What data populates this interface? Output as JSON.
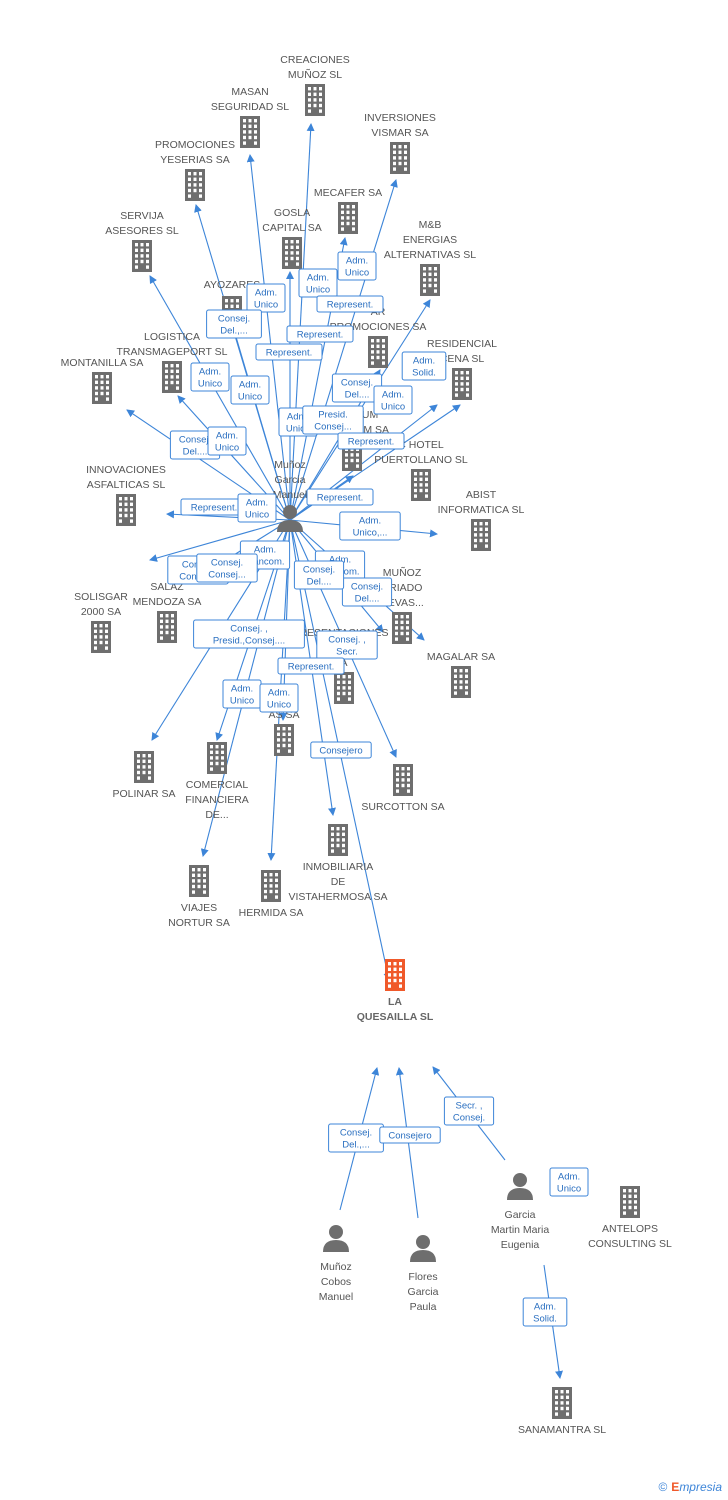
{
  "footer": {
    "copyright": "©",
    "brand_initial": "E",
    "brand_rest": "mpresia"
  },
  "nodes": [
    {
      "id": "creaciones",
      "type": "company",
      "label": [
        "CREACIONES",
        "MUÑOZ SL"
      ]
    },
    {
      "id": "masan",
      "type": "company",
      "label": [
        "MASAN",
        "SEGURIDAD SL"
      ]
    },
    {
      "id": "inversiones_vismar",
      "type": "company",
      "label": [
        "INVERSIONES",
        "VISMAR SA"
      ]
    },
    {
      "id": "promociones_yeserias",
      "type": "company",
      "label": [
        "PROMOCIONES",
        "YESERIAS SA"
      ]
    },
    {
      "id": "mecafer",
      "type": "company",
      "label": [
        "MECAFER SA"
      ]
    },
    {
      "id": "servija",
      "type": "company",
      "label": [
        "SERVIJA",
        "ASESORES  SL"
      ]
    },
    {
      "id": "gosla",
      "type": "company",
      "label": [
        "GOSLA",
        "CAPITAL SA"
      ]
    },
    {
      "id": "mb_energias",
      "type": "company",
      "label": [
        "M&B",
        "ENERGIAS",
        "ALTERNATIVAS SL"
      ]
    },
    {
      "id": "ayozares",
      "type": "company",
      "label": [
        "AYOZARES"
      ]
    },
    {
      "id": "promociones_ar",
      "type": "company",
      "label": [
        "AR",
        "PROMOCIONES SA"
      ]
    },
    {
      "id": "logistica",
      "type": "company",
      "label": [
        "LOGISTICA",
        "TRANSMAGEPORT SL"
      ]
    },
    {
      "id": "residencial",
      "type": "company",
      "label": [
        "RESIDENCIAL",
        "CENA SL"
      ]
    },
    {
      "id": "montanilla",
      "type": "company",
      "label": [
        "MONTANILLA SA"
      ]
    },
    {
      "id": "hotel_puertollano",
      "type": "company",
      "label": [
        "C HOTEL",
        "PUERTOLLANO SL"
      ]
    },
    {
      "id": "innovaciones",
      "type": "company",
      "label": [
        "INNOVACIONES",
        "ASFALTICAS SL"
      ]
    },
    {
      "id": "punctum",
      "type": "company",
      "label": [
        "PUNCTUM",
        "MILLENIUM SA"
      ]
    },
    {
      "id": "abist",
      "type": "company",
      "label": [
        "ABIST",
        "INFORMATICA SL"
      ]
    },
    {
      "id": "solisgar",
      "type": "company",
      "label": [
        "SOLISGAR",
        "2000 SA"
      ]
    },
    {
      "id": "salaz",
      "type": "company",
      "label": [
        "SALAZ",
        "MENDOZA SA"
      ]
    },
    {
      "id": "munoz_criado",
      "type": "company",
      "label": [
        "MUÑOZ",
        "CRIADO",
        "NEVAS..."
      ]
    },
    {
      "id": "magalar",
      "type": "company",
      "label": [
        "MAGALAR SA"
      ]
    },
    {
      "id": "representaciones",
      "type": "company",
      "label": [
        "RESENTACIONES",
        "ES",
        "A"
      ]
    },
    {
      "id": "polinar",
      "type": "company",
      "label": [
        "POLINAR SA"
      ]
    },
    {
      "id": "comercial_financiera",
      "type": "company",
      "label": [
        "COMERCIAL",
        "FINANCIERA",
        "DE..."
      ]
    },
    {
      "id": "as_sa",
      "type": "company",
      "label": [
        "AS SA"
      ]
    },
    {
      "id": "surcotton",
      "type": "company",
      "label": [
        "SURCOTTON SA"
      ]
    },
    {
      "id": "viajes",
      "type": "company",
      "label": [
        "VIAJES",
        "NORTUR SA"
      ]
    },
    {
      "id": "hermida",
      "type": "company",
      "label": [
        "HERMIDA SA"
      ]
    },
    {
      "id": "inmobiliaria",
      "type": "company",
      "label": [
        "INMOBILIARIA",
        "DE",
        "VISTAHERMOSA SA"
      ]
    },
    {
      "id": "la_quesailla",
      "type": "focus",
      "label": [
        "LA",
        "QUESAILLA SL"
      ]
    },
    {
      "id": "munoz_cobos",
      "type": "person",
      "label": [
        "Muñoz",
        "Cobos",
        "Manuel"
      ]
    },
    {
      "id": "flores_garcia",
      "type": "person",
      "label": [
        "Flores",
        "Garcia",
        "Paula"
      ]
    },
    {
      "id": "garcia_martin",
      "type": "person",
      "label": [
        "Garcia",
        "Martin Maria",
        "Eugenia"
      ]
    },
    {
      "id": "antelops",
      "type": "company",
      "label": [
        "ANTELOPS",
        "CONSULTING  SL"
      ]
    },
    {
      "id": "sanamantra",
      "type": "company",
      "label": [
        "SANAMANTRA SL"
      ]
    },
    {
      "id": "munoz_garcia",
      "type": "person",
      "label": [
        "Muñoz",
        "Garcia",
        "Manuel"
      ]
    }
  ],
  "relations": [
    {
      "text": [
        "Adm.",
        "Unico"
      ]
    },
    {
      "text": [
        "Adm.",
        "Unico"
      ]
    },
    {
      "text": [
        "Adm.",
        "Unico"
      ]
    },
    {
      "text": [
        "Represent."
      ]
    },
    {
      "text": [
        "Consej.",
        "Del.,..."
      ]
    },
    {
      "text": [
        "Represent."
      ]
    },
    {
      "text": [
        "Represent."
      ]
    },
    {
      "text": [
        "Adm.",
        "Solid."
      ]
    },
    {
      "text": [
        "Adm.",
        "Unico"
      ]
    },
    {
      "text": [
        "Adm.",
        "Unico"
      ]
    },
    {
      "text": [
        "Consej.",
        "Del...."
      ]
    },
    {
      "text": [
        "Adm.",
        "Unico"
      ]
    },
    {
      "text": [
        "Adm.",
        "Unico"
      ]
    },
    {
      "text": [
        "Presid.",
        "Consej..."
      ]
    },
    {
      "text": [
        "Represent."
      ]
    },
    {
      "text": [
        "Consej.",
        "Del...."
      ]
    },
    {
      "text": [
        "Adm.",
        "Unico"
      ]
    },
    {
      "text": [
        "Represent."
      ]
    },
    {
      "text": [
        "Represent."
      ]
    },
    {
      "text": [
        "Adm.",
        "Unico"
      ]
    },
    {
      "text": [
        "Adm.",
        "Unico,..."
      ]
    },
    {
      "text": [
        "Consej.",
        "Consej..."
      ]
    },
    {
      "text": [
        "Adm.",
        "Mancom."
      ]
    },
    {
      "text": [
        "Adm.",
        "Mancom."
      ]
    },
    {
      "text": [
        "Consej.",
        "Del...."
      ]
    },
    {
      "text": [
        "Consej.",
        "Del...."
      ]
    },
    {
      "text": [
        "Consej.",
        "Consej..."
      ]
    },
    {
      "text": [
        "Consej. ,",
        "Presid.,Consej...."
      ]
    },
    {
      "text": [
        "Consej. ,",
        "Secr."
      ]
    },
    {
      "text": [
        "Represent."
      ]
    },
    {
      "text": [
        "Adm.",
        "Unico"
      ]
    },
    {
      "text": [
        "Adm.",
        "Unico"
      ]
    },
    {
      "text": [
        "Consejero"
      ]
    },
    {
      "text": [
        "Consej.",
        "Del.,..."
      ]
    },
    {
      "text": [
        "Consejero"
      ]
    },
    {
      "text": [
        "Secr. ,",
        "Consej."
      ]
    },
    {
      "text": [
        "Adm.",
        "Unico"
      ]
    },
    {
      "text": [
        "Adm.",
        "Solid."
      ]
    }
  ]
}
